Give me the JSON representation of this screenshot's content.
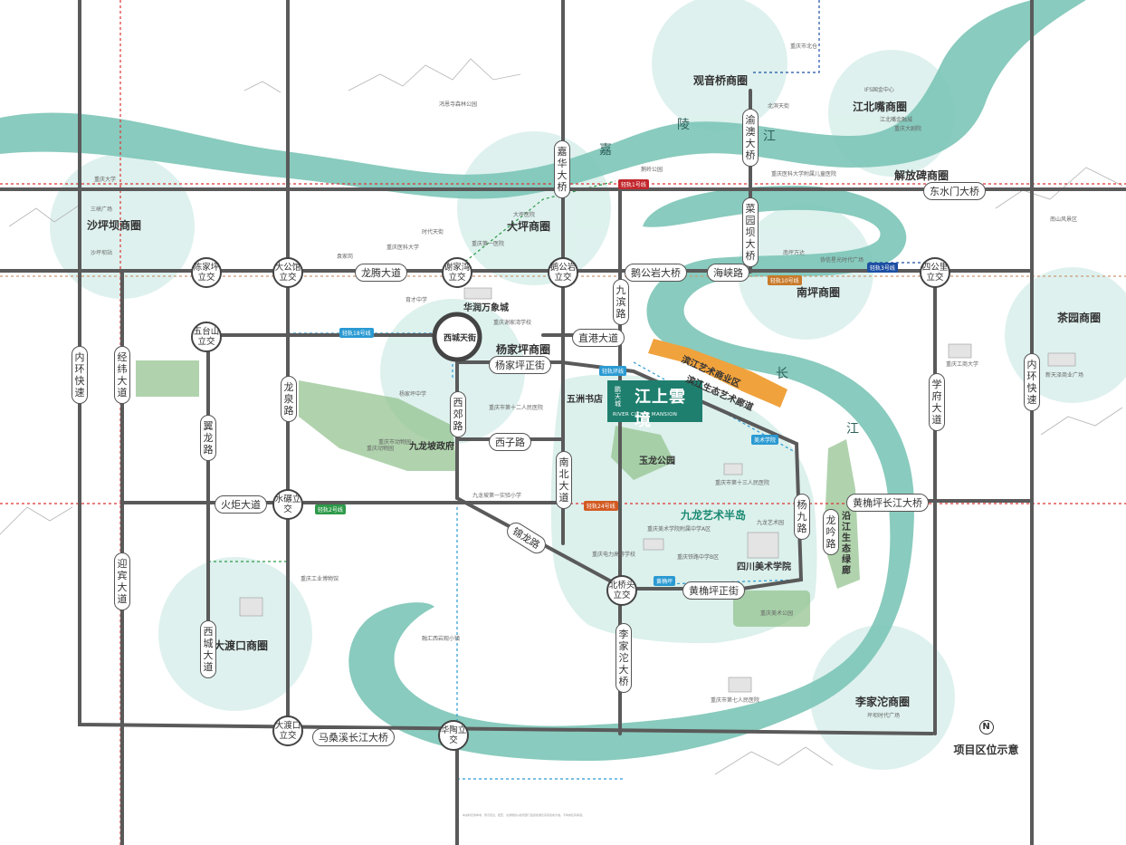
{
  "project_logo": {
    "brand": "江上雲境",
    "prefix": "鹏天城",
    "english": "RIVER CLOUD MANSION"
  },
  "rivers": {
    "jialing": [
      "嘉",
      "陵",
      "江"
    ],
    "changjiang": [
      "长",
      "江"
    ]
  },
  "districts": [
    {
      "id": "shapingba",
      "label": "沙坪坝商圈"
    },
    {
      "id": "daping",
      "label": "大坪商圈"
    },
    {
      "id": "guanyinqiao",
      "label": "观音桥商圈"
    },
    {
      "id": "jiangbeizui",
      "label": "江北嘴商圈"
    },
    {
      "id": "jiefangbei",
      "label": "解放碑商圈"
    },
    {
      "id": "nanping",
      "label": "南坪商圈"
    },
    {
      "id": "chayuan",
      "label": "茶园商圈"
    },
    {
      "id": "yangjiaping",
      "label": "杨家坪商圈"
    },
    {
      "id": "jiulong",
      "label": "九龙艺术半岛"
    },
    {
      "id": "dadukou",
      "label": "大渡口商圈"
    },
    {
      "id": "lijiatuo",
      "label": "李家沱商圈"
    }
  ],
  "interchanges": [
    {
      "id": "chenjiaping",
      "label": "陈家坪立交"
    },
    {
      "id": "dagongguan",
      "label": "大公馆立交"
    },
    {
      "id": "xiejiawan",
      "label": "谢家湾立交"
    },
    {
      "id": "egongyan",
      "label": "鹅公岩立交"
    },
    {
      "id": "sigongli",
      "label": "四公里立交"
    },
    {
      "id": "wutaishan",
      "label": "五台山立交"
    },
    {
      "id": "shuilian",
      "label": "水碾立交"
    },
    {
      "id": "beiqiaotou",
      "label": "北桥头立交"
    },
    {
      "id": "dadukou_jc",
      "label": "大渡口立交"
    },
    {
      "id": "huatao",
      "label": "华陶立交"
    }
  ],
  "roads_h": [
    {
      "id": "longteng",
      "label": "龙腾大道"
    },
    {
      "id": "egongyan_bridge",
      "label": "鹅公岩大桥"
    },
    {
      "id": "haixia",
      "label": "海峡路"
    },
    {
      "id": "dongshuimen",
      "label": "东水门大桥"
    },
    {
      "id": "zhigang",
      "label": "直港大道"
    },
    {
      "id": "yangjiapingzheng",
      "label": "杨家坪正街"
    },
    {
      "id": "xizi",
      "label": "西子路"
    },
    {
      "id": "huoju",
      "label": "火炬大道"
    },
    {
      "id": "jinlong",
      "label": "锦龙路"
    },
    {
      "id": "huangjueping_zheng",
      "label": "黄桷坪正街"
    },
    {
      "id": "huangjueping_bridge",
      "label": "黄桷坪长江大桥"
    },
    {
      "id": "masangxi",
      "label": "马桑溪长江大桥"
    }
  ],
  "roads_v": [
    {
      "id": "jiahua",
      "label": "嘉华大桥"
    },
    {
      "id": "yuao",
      "label": "渝澳大桥"
    },
    {
      "id": "caiyuanba",
      "label": "菜园坝大桥"
    },
    {
      "id": "jiubin",
      "label": "九滨路"
    },
    {
      "id": "neihuan_w",
      "label": "内环快速"
    },
    {
      "id": "jingwei",
      "label": "经纬大道"
    },
    {
      "id": "longquan",
      "label": "龙泉路"
    },
    {
      "id": "yilong",
      "label": "翼龙路"
    },
    {
      "id": "yingbin",
      "label": "迎宾大道"
    },
    {
      "id": "xicheng",
      "label": "西城大道"
    },
    {
      "id": "xijiao",
      "label": "西郊路"
    },
    {
      "id": "nanbei",
      "label": "南北大道"
    },
    {
      "id": "yangjiu",
      "label": "杨九路"
    },
    {
      "id": "longling",
      "label": "龙吟路"
    },
    {
      "id": "lijiatuo_bridge",
      "label": "李家沱大桥"
    },
    {
      "id": "xuefu",
      "label": "学府大道"
    },
    {
      "id": "neihuan_e",
      "label": "内环快速"
    }
  ],
  "places": {
    "huarun": "华润万象城",
    "xicheng_tianjie": "西城天街",
    "wuzhou": "五洲书店",
    "jiulongpo_gov": "九龙坡政府",
    "yulong_park": "玉龙公园",
    "sichuan_art": "四川美术学院",
    "binjiang_business": "滨江艺术商业区",
    "binjiang_eco": "滨江生态艺术廊道",
    "yanjiang_green": "沿江生态绿廊"
  },
  "pois": [
    "重庆大学",
    "三峡广场",
    "沙坪坝站",
    "鸿恩寺森林公园",
    "鹅岭公园",
    "大坪医院",
    "重庆医科大学",
    "时代天街",
    "重庆第一医院",
    "袁家岗",
    "重庆谢家湾学校",
    "重庆市动物园",
    "杨家坪中学",
    "重庆动物园",
    "九龙坡第一实验小学",
    "育才中学",
    "重庆市第十三人民医院",
    "重庆市第七人民医院",
    "IFS国金中心",
    "重庆大剧院",
    "江北嘴金融城",
    "北滨天街",
    "重庆市北仓",
    "重庆医科大学附属儿童医院",
    "南坪万达",
    "协信星光时代广场",
    "南山风景区",
    "重庆工商大学",
    "重庆美术公园",
    "新天泽商业广场",
    "重庆工业博物馆",
    "融汇西岩观小镇",
    "坪坝时代广场",
    "重庆电力高等学校",
    "重庆美术学院附属中学A区",
    "重庆铁路中学B区",
    "九龙艺术园",
    "重庆市第十二人民医院"
  ],
  "metro": [
    {
      "label": "轻轨1号线",
      "color": "#c2272d"
    },
    {
      "label": "轻轨2号线",
      "color": "#2e9a4a"
    },
    {
      "label": "轻轨3号线",
      "color": "#1d4fa3"
    },
    {
      "label": "轻轨18号线",
      "color": "#2a9ad2"
    },
    {
      "label": "轻轨10号线",
      "color": "#c87a2a"
    },
    {
      "label": "轻轨环线",
      "color": "#2a9ad2"
    },
    {
      "label": "轻轨24号线",
      "color": "#d35a22"
    },
    {
      "label": "美术学院",
      "color": "#2a9ad2"
    },
    {
      "label": "黄桷坪",
      "color": "#2a9ad2"
    }
  ],
  "legend": {
    "north": "N",
    "title": "项目区位示意"
  },
  "disclaimer": "本资料仅供参考，所示区位、配套、交通规划以政府部门最终批准及实际建成为准，不构成任何承诺。"
}
